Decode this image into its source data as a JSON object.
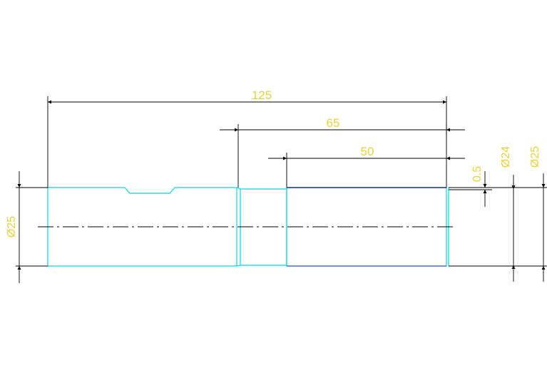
{
  "drawing": {
    "colors": {
      "background": "#ffffff",
      "part_outline": "#00d8e0",
      "dimension_lines": "#000000",
      "dimension_text": "#e8d23a",
      "highlight_edge": "#1a2fb0"
    },
    "dimensions": {
      "overall_length": "125",
      "mid_length": "65",
      "short_length": "50",
      "step_depth": "0.5",
      "small_diameter": "Ø24",
      "large_diameter_right": "Ø25",
      "large_diameter_left": "Ø25"
    }
  }
}
